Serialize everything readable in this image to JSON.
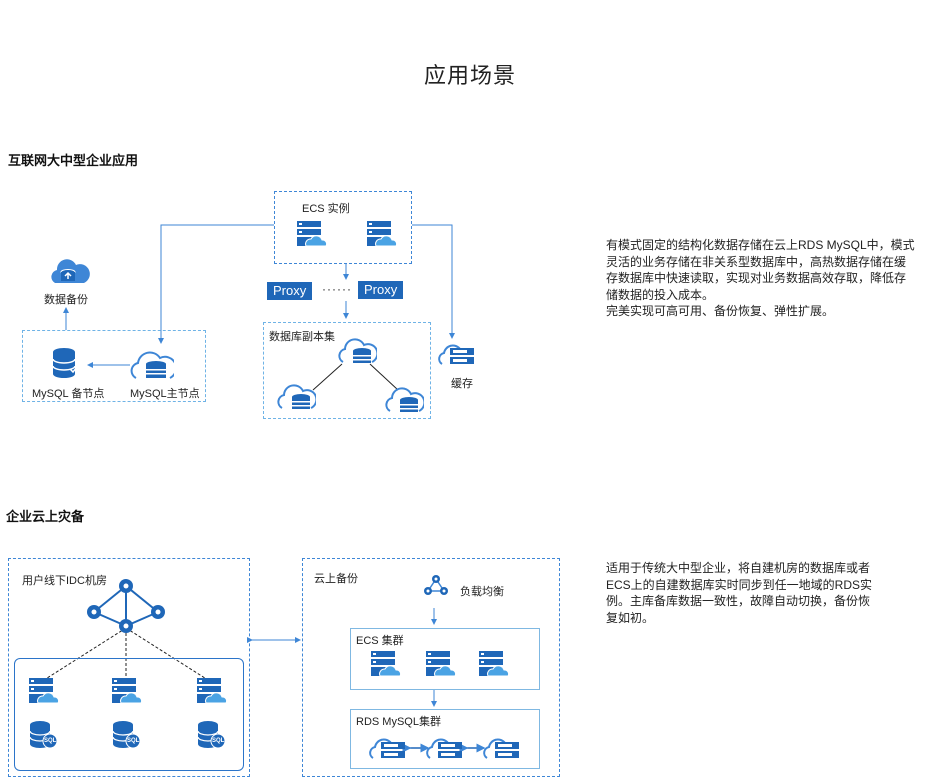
{
  "page_title": "应用场景",
  "scenario1": {
    "title": "互联网大中型企业应用",
    "ecs_label": "ECS 实例",
    "proxy1": "Proxy",
    "dots": "······",
    "proxy2": "Proxy",
    "replica_label": "数据库副本集",
    "cache_label": "缓存",
    "backup_label": "数据备份",
    "mysql_standby": "MySQL 备节点",
    "mysql_primary": "MySQL主节点",
    "description": [
      "有模式固定的结构化数据存储在云上RDS MySQL中，模式",
      "灵活的业务存储在非关系型数据库中，高热数据存储在缓",
      "存数据库中快速读取，实现对业务数据高效存取，降低存",
      "储数据的投入成本。",
      "完美实现可高可用、备份恢复、弹性扩展。"
    ]
  },
  "scenario2": {
    "title": "企业云上灾备",
    "idc_label": "用户线下IDC机房",
    "cloud_backup_label": "云上备份",
    "lb_label": "负载均衡",
    "ecs_cluster_label": "ECS 集群",
    "rds_cluster_label": "RDS MySQL集群",
    "sql_text": "SQL",
    "description": [
      "适用于传统大中型企业，将自建机房的数据库或者",
      "ECS上的自建数据库实时同步到任一地域的RDS实",
      "例。主库备库数据一致性，故障自动切换，备份恢",
      "复如初。"
    ]
  },
  "colors": {
    "primary_blue": "#1f67b8",
    "line_blue": "#3e86d6",
    "light_blue": "#6fb3e6"
  }
}
